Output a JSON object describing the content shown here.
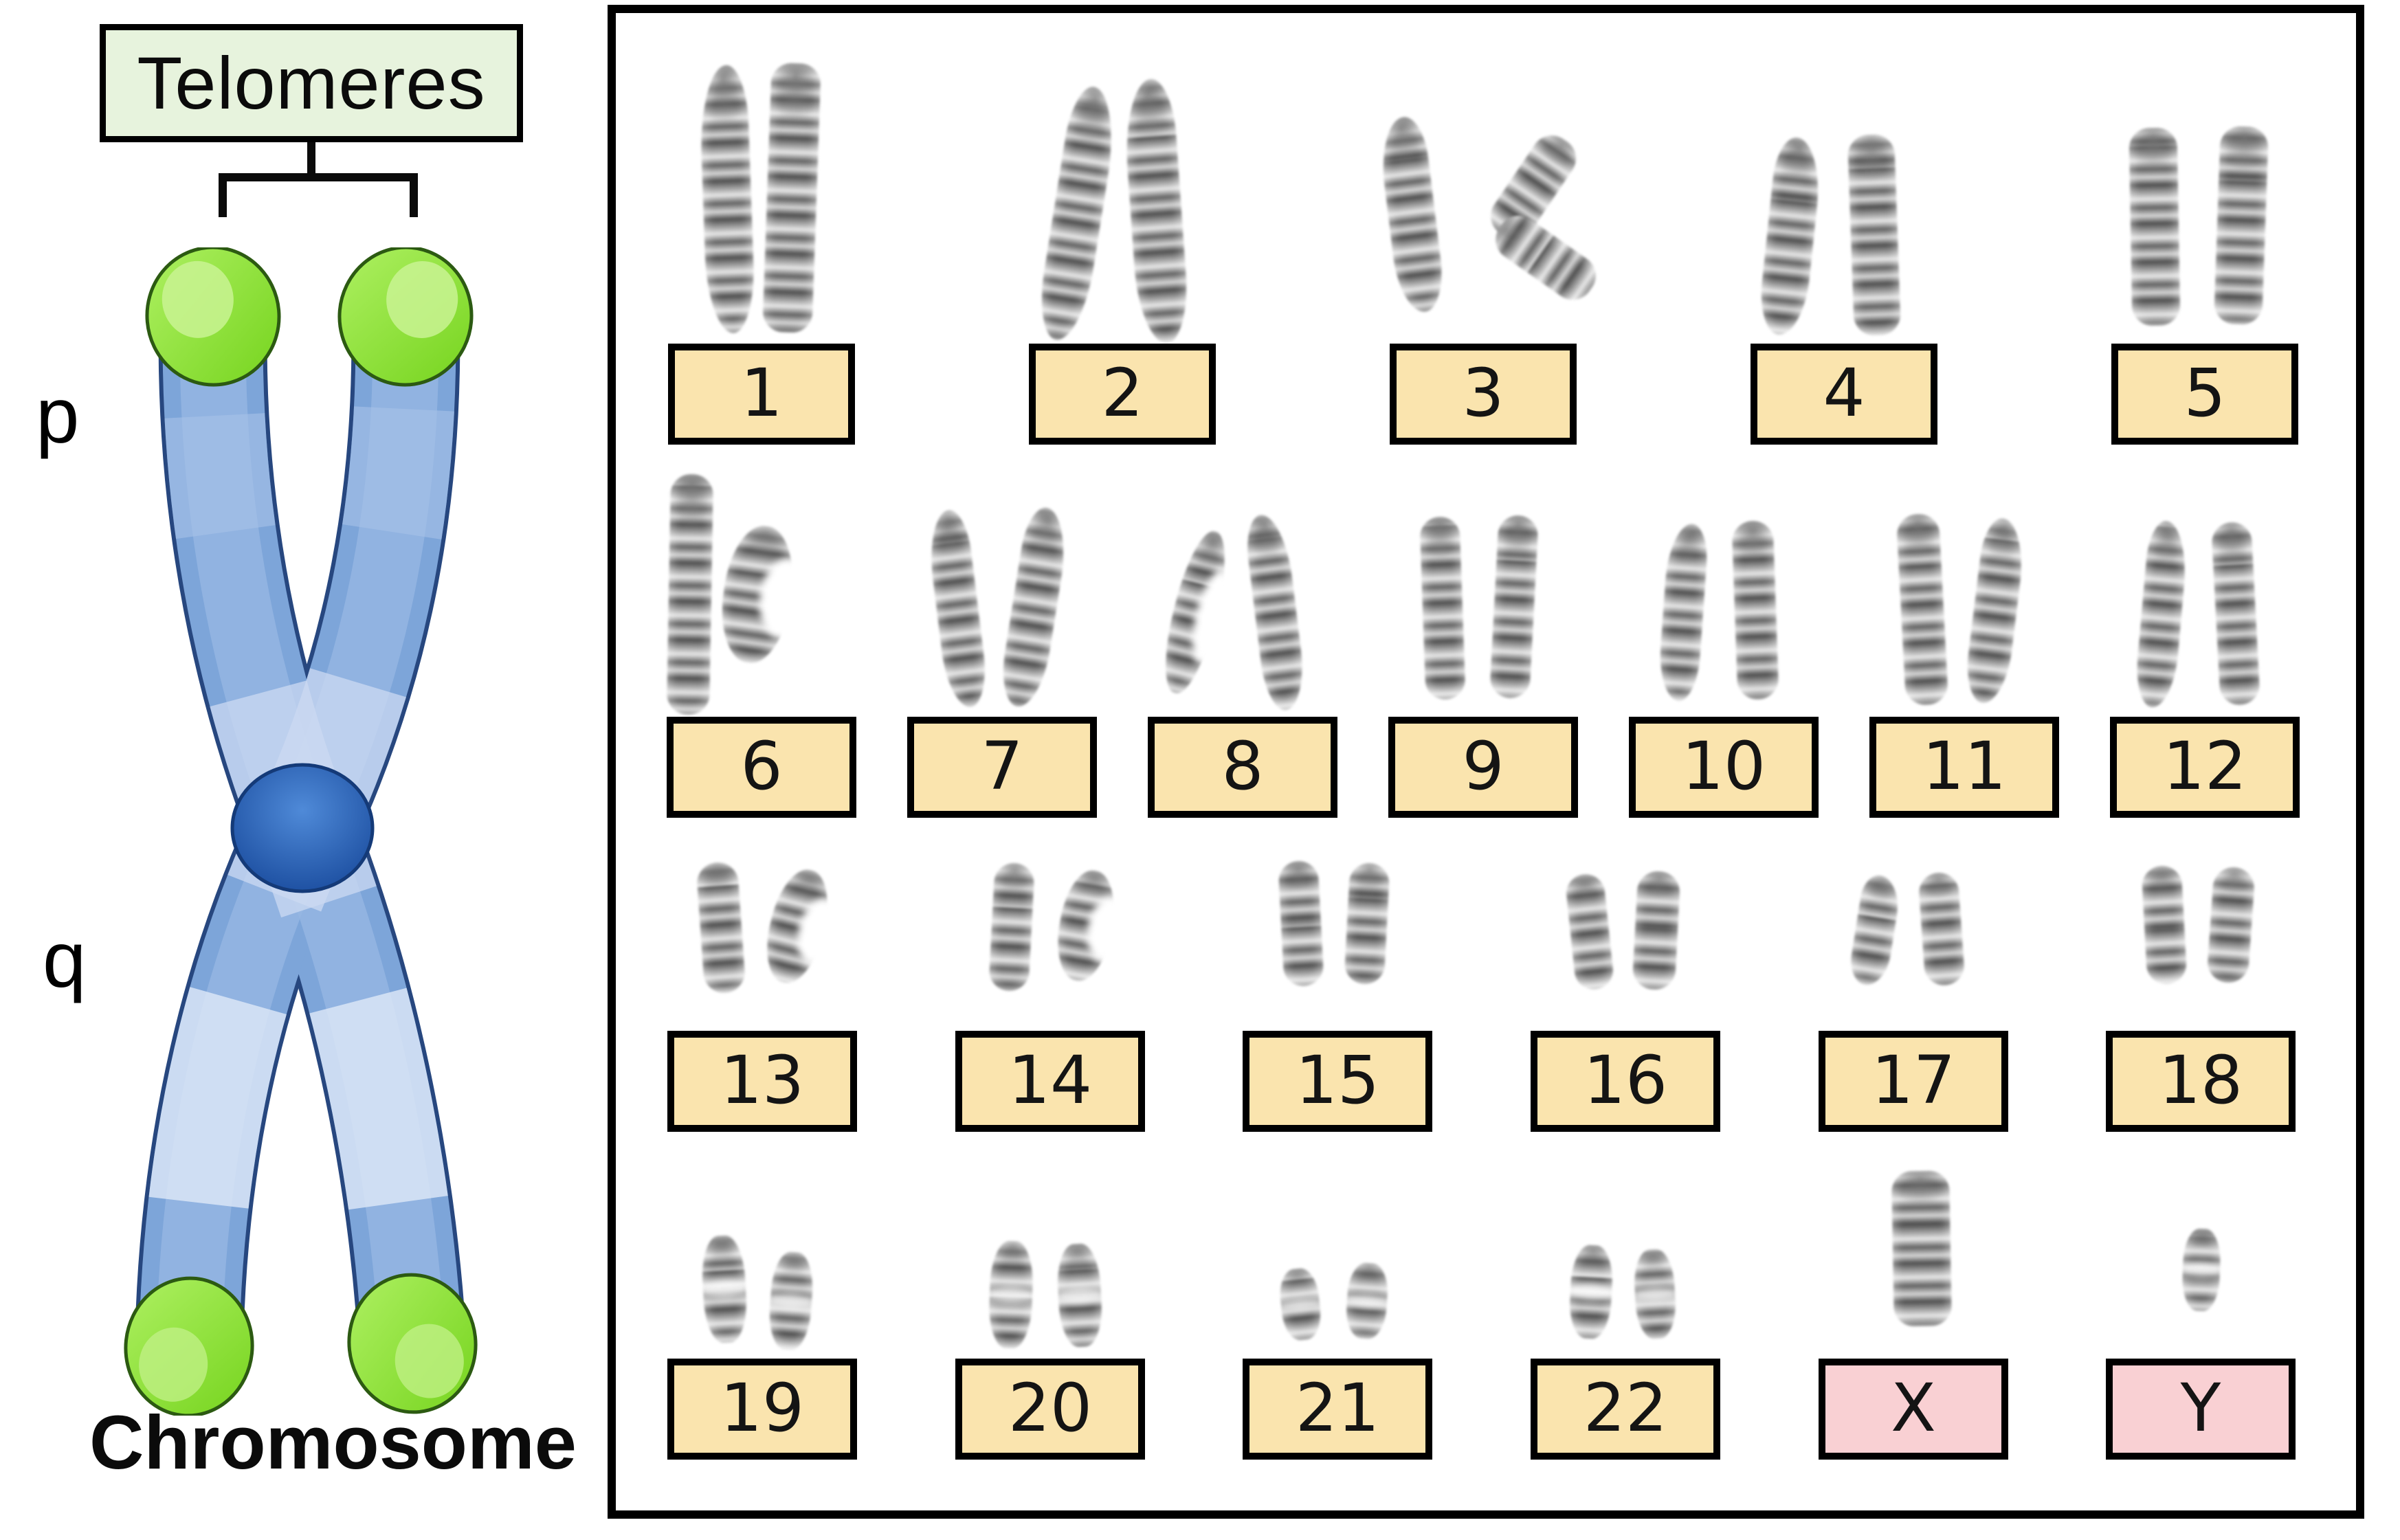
{
  "left_panel": {
    "telomeres_box": {
      "label": "Telomeres",
      "fill": "#e7f3dd",
      "border_color": "#000000"
    },
    "arm_labels": {
      "p": "p",
      "q": "q"
    },
    "caption": "Chromosome",
    "illustration_colors": {
      "outline_navy": "#27477f",
      "arm_blue": "#7da5d9",
      "arm_blue_inner": "#96b6e2",
      "arm_band_light": "#ccdaf1",
      "arm_band_pale": "#dfe8f7",
      "arm_band_soft": "#a7c1e7",
      "centromere_light": "#4f8ad8",
      "centromere_dark": "#1a4c9e",
      "telomere_green_light": "#aef062",
      "telomere_green": "#76d41e",
      "telomere_highlight": "#c9f393"
    }
  },
  "karyotype_panel": {
    "border_color": "#000000",
    "autosome_label_fill": "#fae4ae",
    "sex_label_fill": "#f9d0d3",
    "label_border_color": "#000000",
    "rows": [
      {
        "groups": [
          {
            "label": "1",
            "type": "autosome",
            "chromosome_count": 2
          },
          {
            "label": "2",
            "type": "autosome",
            "chromosome_count": 2
          },
          {
            "label": "3",
            "type": "autosome",
            "chromosome_count": 2
          },
          {
            "label": "4",
            "type": "autosome",
            "chromosome_count": 2
          },
          {
            "label": "5",
            "type": "autosome",
            "chromosome_count": 2
          }
        ]
      },
      {
        "groups": [
          {
            "label": "6",
            "type": "autosome",
            "chromosome_count": 2
          },
          {
            "label": "7",
            "type": "autosome",
            "chromosome_count": 2
          },
          {
            "label": "8",
            "type": "autosome",
            "chromosome_count": 2
          },
          {
            "label": "9",
            "type": "autosome",
            "chromosome_count": 2
          },
          {
            "label": "10",
            "type": "autosome",
            "chromosome_count": 2
          },
          {
            "label": "11",
            "type": "autosome",
            "chromosome_count": 2
          },
          {
            "label": "12",
            "type": "autosome",
            "chromosome_count": 2
          }
        ]
      },
      {
        "groups": [
          {
            "label": "13",
            "type": "autosome",
            "chromosome_count": 2
          },
          {
            "label": "14",
            "type": "autosome",
            "chromosome_count": 2
          },
          {
            "label": "15",
            "type": "autosome",
            "chromosome_count": 2
          },
          {
            "label": "16",
            "type": "autosome",
            "chromosome_count": 2
          },
          {
            "label": "17",
            "type": "autosome",
            "chromosome_count": 2
          },
          {
            "label": "18",
            "type": "autosome",
            "chromosome_count": 2
          }
        ]
      },
      {
        "groups": [
          {
            "label": "19",
            "type": "autosome",
            "chromosome_count": 2
          },
          {
            "label": "20",
            "type": "autosome",
            "chromosome_count": 2
          },
          {
            "label": "21",
            "type": "autosome",
            "chromosome_count": 2
          },
          {
            "label": "22",
            "type": "autosome",
            "chromosome_count": 2
          },
          {
            "label": "X",
            "type": "sex",
            "chromosome_count": 1
          },
          {
            "label": "Y",
            "type": "sex",
            "chromosome_count": 1
          }
        ]
      }
    ]
  }
}
